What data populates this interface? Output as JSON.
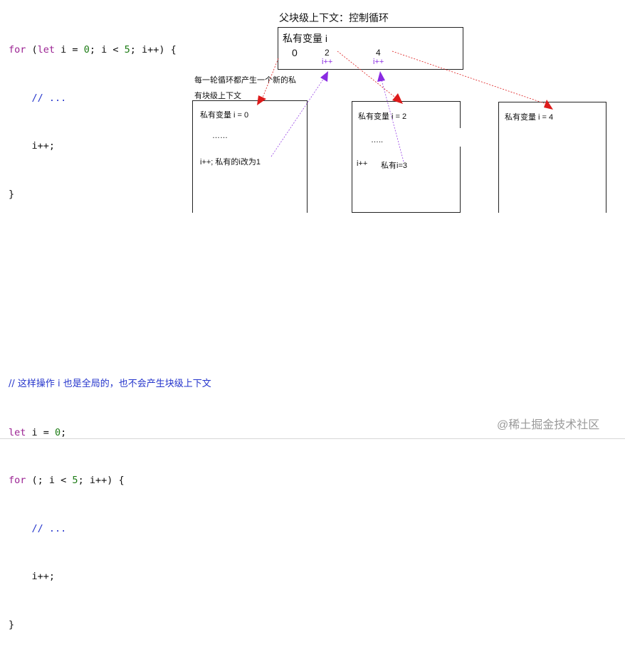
{
  "code_top": {
    "line1": {
      "kw1": "for",
      "p1": " (",
      "kw2": "let",
      "p2": " i = ",
      "n0": "0",
      "p3": "; i < ",
      "n5": "5",
      "p4": "; i++) {"
    },
    "line2": "    // ...",
    "line3": "    i++;",
    "line4": "}"
  },
  "parent_context": {
    "title": "父块级上下文：控制循环",
    "var_label": "私有变量 i",
    "v0": "0",
    "v2": "2",
    "v4": "4",
    "inc2": "i++",
    "inc4": "i++"
  },
  "annotation": {
    "line1": "每一轮循环都产生一个新的私",
    "line2": "有块级上下文"
  },
  "child_boxes": [
    {
      "var": "私有变量 i  = 0",
      "dots": "……",
      "note": "i++;   私有的i改为1"
    },
    {
      "var": "私有变量 i = 2",
      "dots": "…..",
      "note_a": "i++",
      "note_b": "私有i=3"
    },
    {
      "var": "私有变量 i = 4"
    }
  ],
  "code_bottom": {
    "comment": "// 这样操作 i 也是全局的，也不会产生块级上下文",
    "line1": {
      "kw": "let",
      "p1": " i = ",
      "n0": "0",
      "p2": ";"
    },
    "line2": {
      "kw": "for",
      "p1": " (; i < ",
      "n5": "5",
      "p2": "; i++) {"
    },
    "line3": "    // ...",
    "line4": "    i++;",
    "line5": "}"
  },
  "watermark": "@稀土掘金技术社区",
  "colors": {
    "arrow_red": "#dd1a1a",
    "arrow_purple": "#8a2be2",
    "keyword": "#9b2393",
    "number": "#1c7b14",
    "comment": "#2535cc"
  }
}
